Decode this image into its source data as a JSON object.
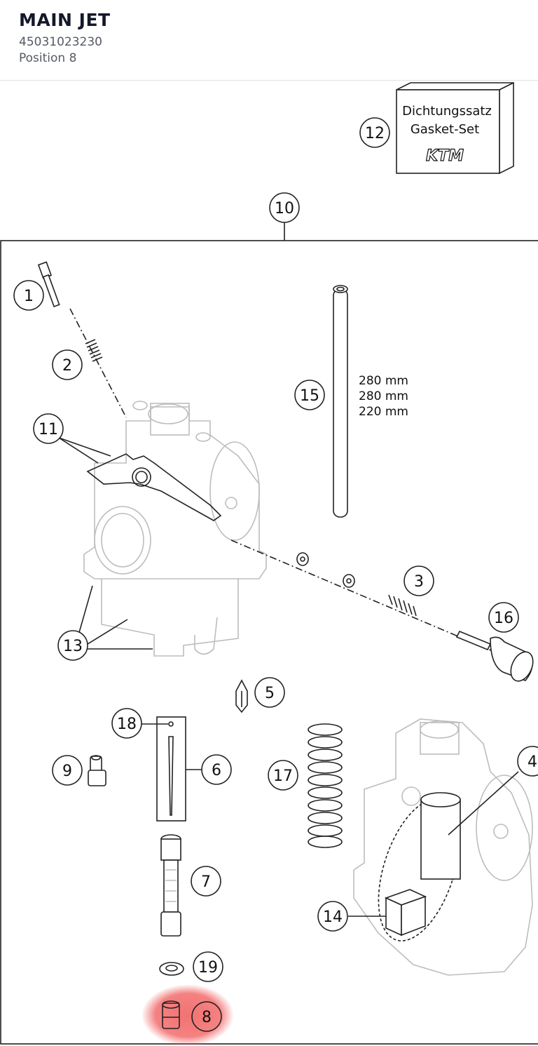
{
  "header": {
    "title": "MAIN JET",
    "part_number": "45031023230",
    "position": "Position 8"
  },
  "gasket_box": {
    "line1": "Dichtungssatz",
    "line2": "Gasket-Set",
    "logo": "KTM"
  },
  "tube_lengths": [
    "280 mm",
    "280 mm",
    "220 mm"
  ],
  "callouts": [
    "1",
    "2",
    "3",
    "4",
    "5",
    "6",
    "7",
    "8",
    "9",
    "10",
    "11",
    "12",
    "13",
    "14",
    "15",
    "16",
    "17",
    "18",
    "19"
  ],
  "highlight": {
    "callout": "8",
    "color": "#f26b6b"
  },
  "colors": {
    "ink": "#222222",
    "ghost": "#bdbdbd",
    "accent": "#f26b6b"
  }
}
